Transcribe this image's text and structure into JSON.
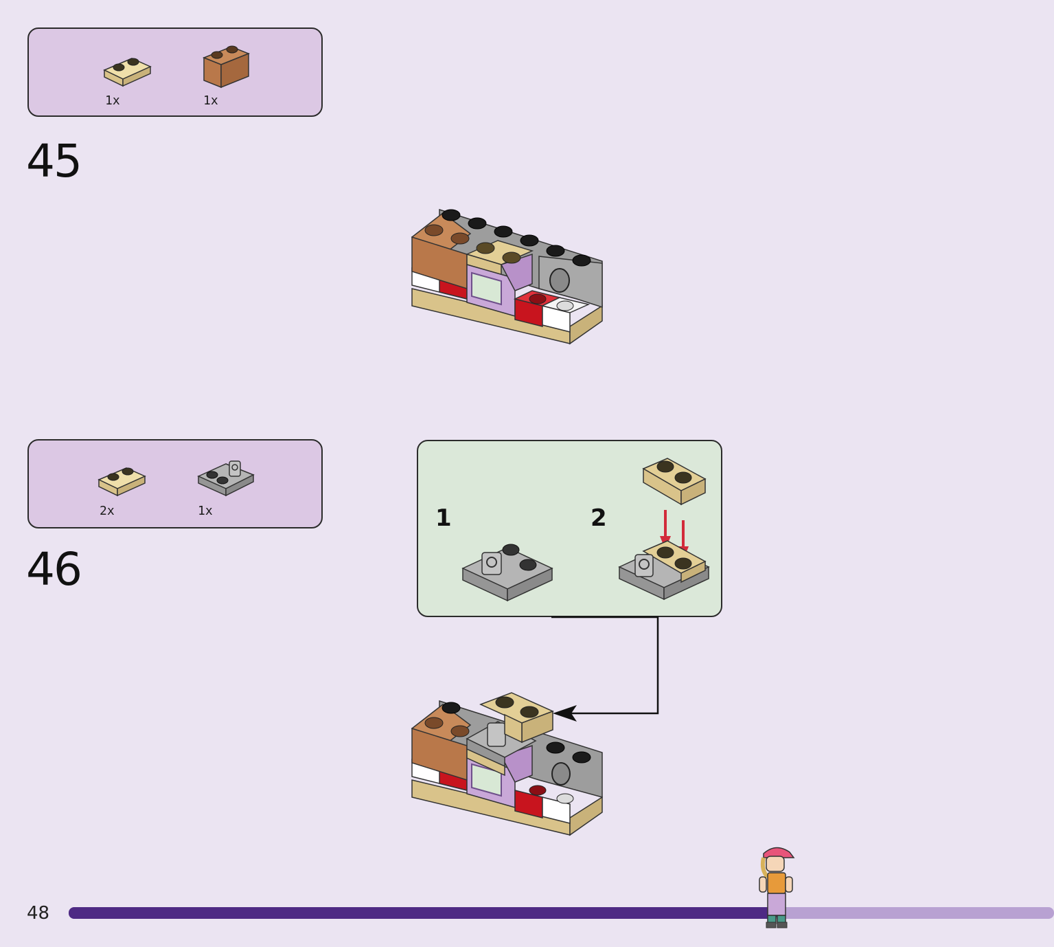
{
  "steps": [
    {
      "number": "45",
      "parts": [
        {
          "qty": "1x",
          "icon": "tan-plate-1x2-icon",
          "color": "#e3cf96"
        },
        {
          "qty": "1x",
          "icon": "brown-brick-1x2-icon",
          "color": "#b9784a"
        }
      ]
    },
    {
      "number": "46",
      "parts": [
        {
          "qty": "2x",
          "icon": "tan-plate-1x2-icon",
          "color": "#e3cf96"
        },
        {
          "qty": "1x",
          "icon": "gray-hinge-plate-icon",
          "color": "#a3a3a3"
        }
      ],
      "substeps": [
        "1",
        "2"
      ]
    }
  ],
  "page_number": "48",
  "progress": 0.72,
  "colors": {
    "background": "#ebe4f2",
    "parts_box": "#dcc8e4",
    "callout": "#dbe8d9",
    "progress_done": "#4e2a84",
    "progress_remaining": "#b8a1d2",
    "arrow_red": "#d22b3a"
  }
}
